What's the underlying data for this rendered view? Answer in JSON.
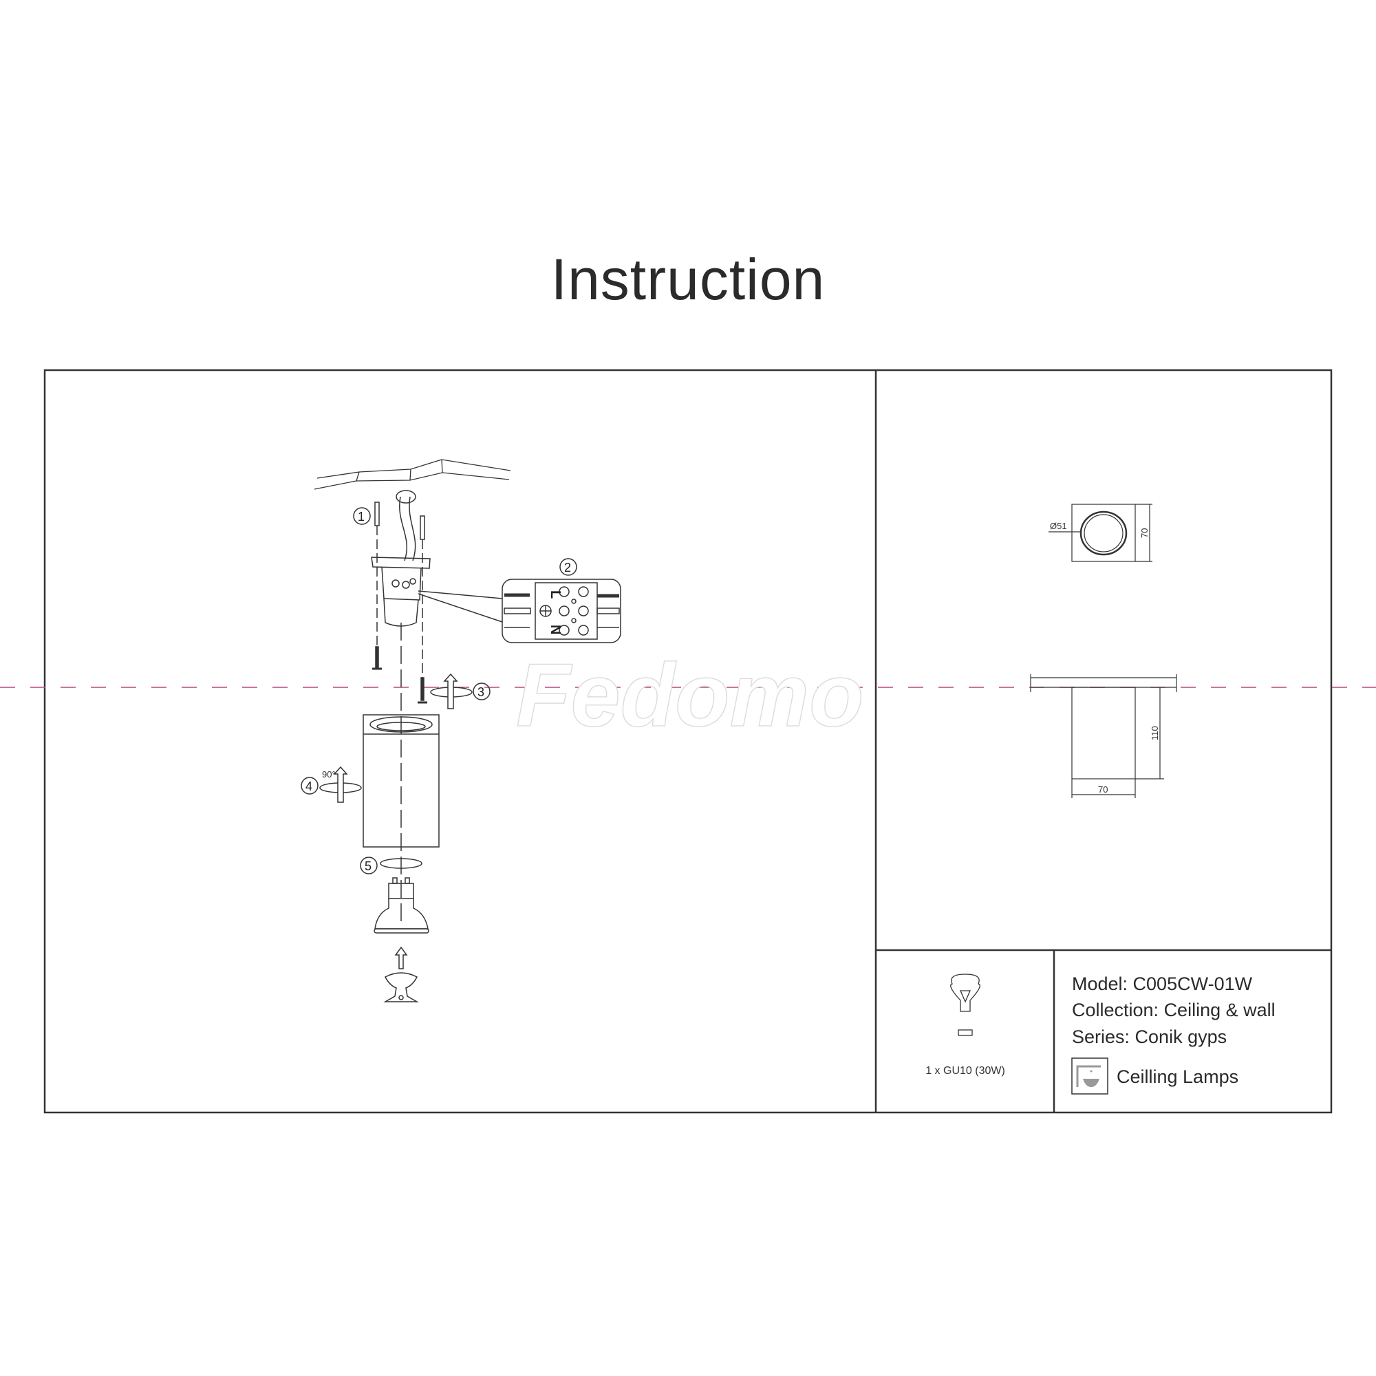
{
  "title": "Instruction",
  "watermark": "Fedomo",
  "steps": [
    "1",
    "2",
    "3",
    "4",
    "5"
  ],
  "rotation_label": "90°",
  "terminal_labels": {
    "live": "L",
    "neutral": "N"
  },
  "dimensions": {
    "diameter": "Ø51",
    "top_side": "70",
    "height": "110",
    "width": "70"
  },
  "bulb": {
    "caption": "1 x GU10 (30W)"
  },
  "specs": {
    "model": "Model: C005CW-01W",
    "collection": "Collection: Ceiling & wall",
    "series": "Series: Conik gyps",
    "category": "Ceilling Lamps"
  },
  "colors": {
    "frame": "#333333",
    "guide_line": "#b8467e"
  }
}
